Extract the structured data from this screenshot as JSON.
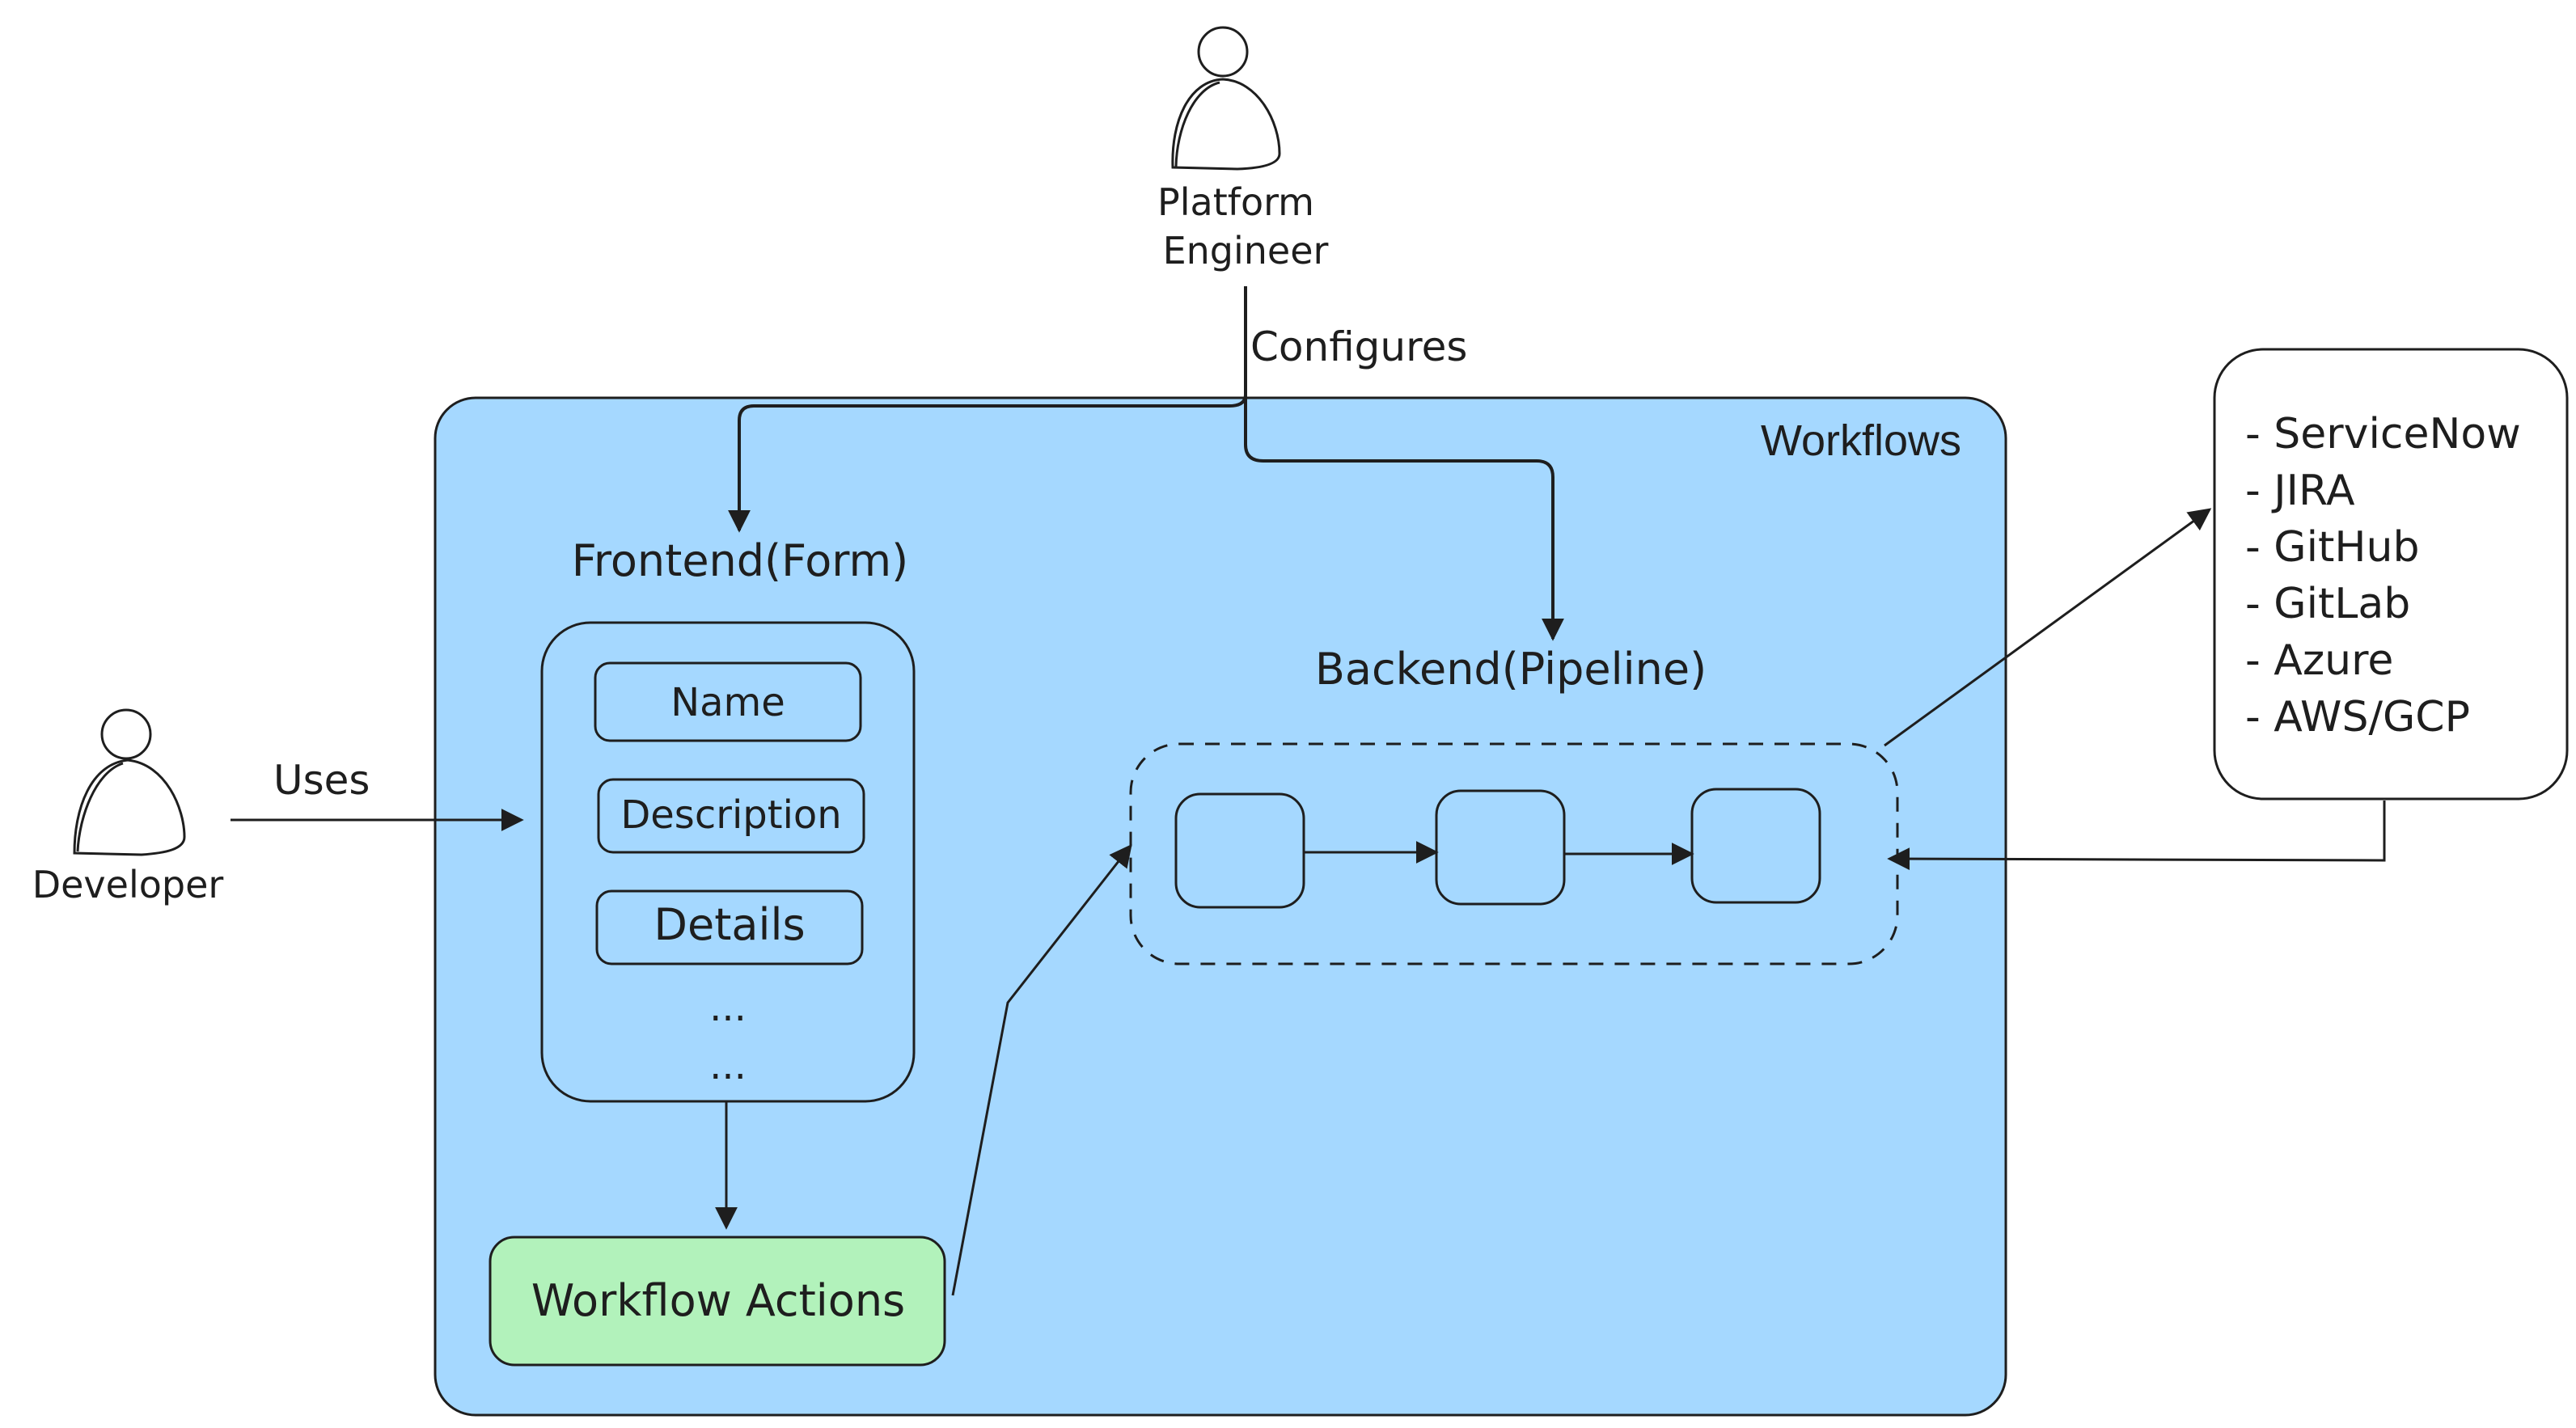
{
  "colors": {
    "canvas": "#ffffff",
    "stroke": "#1e1e1e",
    "workflows_fill": "#a5d8ff",
    "actions_fill": "#b2f2bb",
    "ext_fill": "#ffffff"
  },
  "actors": {
    "platform_engineer": {
      "line1": "Platform",
      "line2": "Engineer",
      "icon": "person-icon"
    },
    "developer": {
      "label": "Developer",
      "icon": "person-icon"
    }
  },
  "edges": {
    "configures": "Configures",
    "uses": "Uses"
  },
  "workflows": {
    "title": "Workflows",
    "frontend": {
      "title": "Frontend(Form)",
      "fields": [
        "Name",
        "Description",
        "Details"
      ],
      "ellipsis": [
        "...",
        "..."
      ]
    },
    "backend": {
      "title": "Backend(Pipeline)",
      "steps": 3
    },
    "actions": {
      "label": "Workflow Actions"
    }
  },
  "integrations": {
    "items": [
      "- ServiceNow",
      "- JIRA",
      "- GitHub",
      "- GitLab",
      "- Azure",
      "- AWS/GCP"
    ]
  }
}
